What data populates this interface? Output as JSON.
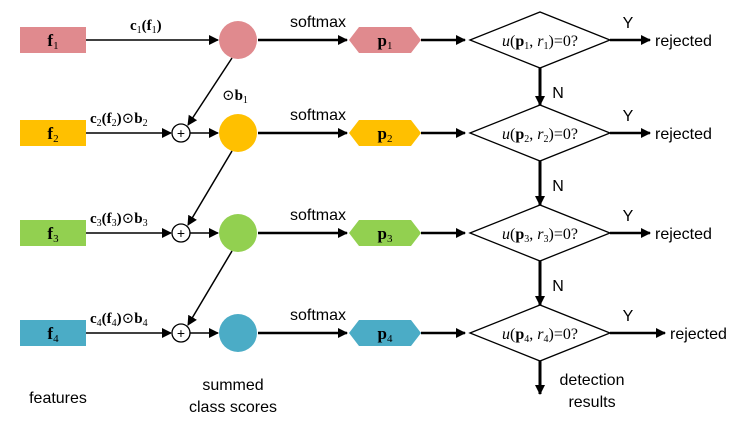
{
  "colors": {
    "row1": "#e08a8e",
    "row2": "#ffc000",
    "row3": "#92d050",
    "row4": "#4bacc6",
    "line": "#000000"
  },
  "rows": [
    {
      "feature": "f",
      "index": "1",
      "edge_label": {
        "c": "c",
        "paren_open": "(",
        "f": "f",
        "paren_close": ")",
        "odot": "",
        "b": ""
      },
      "softmax": "softmax",
      "prob": "p",
      "cond": {
        "u": "u",
        "open": "(",
        "p": "p",
        "comma": ",",
        "r": "r",
        "close": ")=0?"
      },
      "yes": "Y",
      "rejected": "rejected"
    },
    {
      "feature": "f",
      "index": "2",
      "edge_label": {
        "c": "c",
        "paren_open": "(",
        "f": "f",
        "paren_close": ")",
        "odot": "⊙",
        "b": "b"
      },
      "softmax": "softmax",
      "prob": "p",
      "cond": {
        "u": "u",
        "open": "(",
        "p": "p",
        "comma": ",",
        "r": "r",
        "close": ")=0?"
      },
      "yes": "Y",
      "rejected": "rejected"
    },
    {
      "feature": "f",
      "index": "3",
      "edge_label": {
        "c": "c",
        "paren_open": "(",
        "f": "f",
        "paren_close": ")",
        "odot": "⊙",
        "b": "b"
      },
      "softmax": "softmax",
      "prob": "p",
      "cond": {
        "u": "u",
        "open": "(",
        "p": "p",
        "comma": ",",
        "r": "r",
        "close": ")=0?"
      },
      "yes": "Y",
      "rejected": "rejected"
    },
    {
      "feature": "f",
      "index": "4",
      "edge_label": {
        "c": "c",
        "paren_open": "(",
        "f": "f",
        "paren_close": ")",
        "odot": "⊙",
        "b": "b"
      },
      "softmax": "softmax",
      "prob": "p",
      "cond": {
        "u": "u",
        "open": "(",
        "p": "p",
        "comma": ",",
        "r": "r",
        "close": ")=0?"
      },
      "yes": "Y",
      "rejected": "rejected"
    }
  ],
  "no_label": "N",
  "plus": "+",
  "odot_b1": {
    "odot": "⊙",
    "b": "b",
    "index": "1"
  },
  "bottom": {
    "features": "features",
    "summed_line1": "summed",
    "summed_line2": "class scores",
    "detection_line1": "detection",
    "detection_line2": "results"
  }
}
